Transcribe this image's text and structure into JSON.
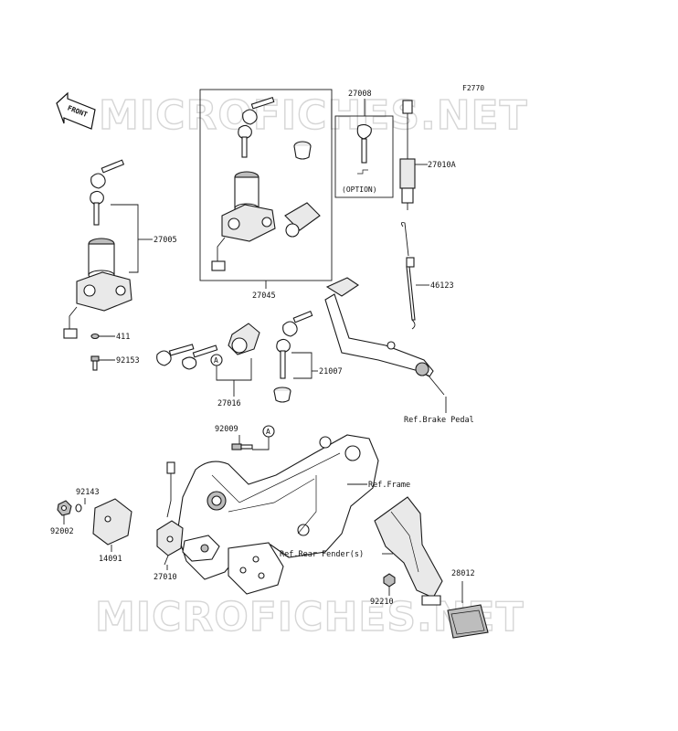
{
  "figure_code": "F2770",
  "front_arrow_label": "FRONT",
  "watermark_text": "MICROFICHES.NET",
  "option_label": "(OPTION)",
  "circle_ref": "A",
  "parts": {
    "p27005": "27005",
    "p27045": "27045",
    "p27008": "27008",
    "p27010A": "27010A",
    "p46123": "46123",
    "p411": "411",
    "p92153": "92153",
    "p27016": "27016",
    "p21007": "21007",
    "p92009": "92009",
    "p92143": "92143",
    "p92002": "92002",
    "p14091": "14091",
    "p27010": "27010",
    "p92210": "92210",
    "p28012": "28012"
  },
  "refs": {
    "brake_pedal": "Ref.Brake Pedal",
    "frame": "Ref.Frame",
    "rear_fender": "Ref.Rear Fender(s)"
  }
}
